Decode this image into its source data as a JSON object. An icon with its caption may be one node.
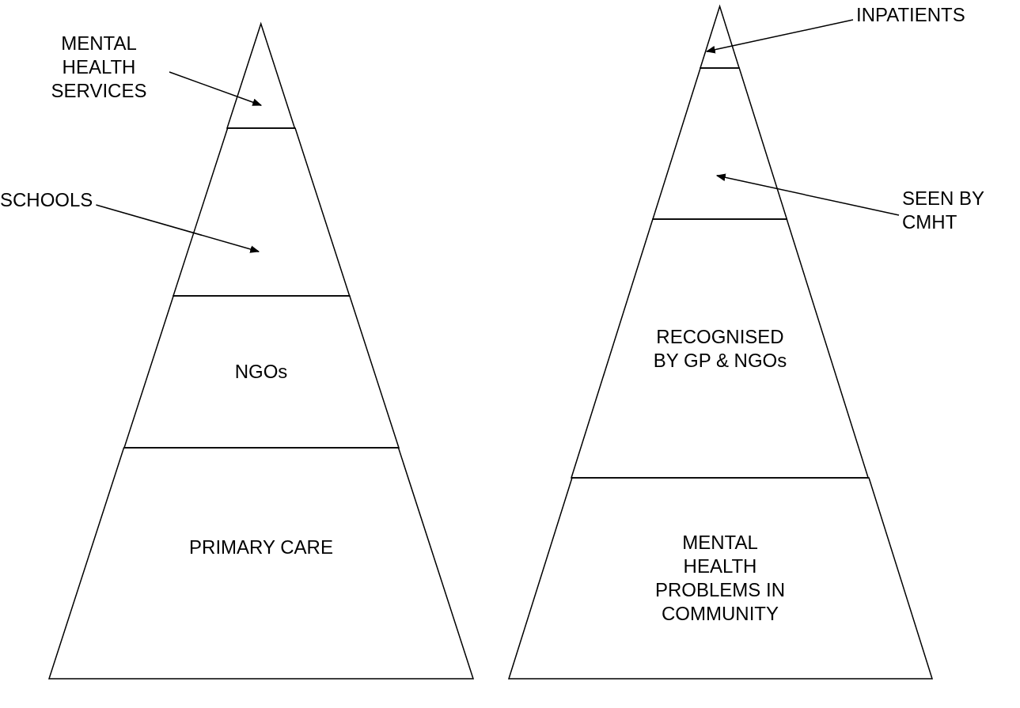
{
  "diagram": {
    "nodes": [
      {
        "text": [
          "MENTAL HEALTH SERVICES"
        ]
      },
      {
        "text": [],
        "shape": "triangle"
      },
      {
        "text": [
          "SCHOOLS"
        ]
      },
      {
        "text": [],
        "shape": "band"
      },
      {
        "text": [
          "NGOs"
        ]
      },
      {
        "text": [
          "PRIMARY CARE"
        ]
      },
      {
        "text": [
          "INPATIENTS"
        ]
      },
      {
        "text": [],
        "shape": "triangle"
      },
      {
        "text": [
          "SEEN BY CMHT"
        ]
      },
      {
        "text": [],
        "shape": "band"
      },
      {
        "text": [
          "RECOGNISED BY GP & NGOs"
        ]
      },
      {
        "text": [
          "MENTAL HEALTH PROBLEMS IN COMMUNITY"
        ]
      }
    ],
    "edges": [
      {
        "from": 0,
        "to": 1,
        "arrow": "to"
      },
      {
        "from": 2,
        "to": 3,
        "arrow": "to"
      },
      {
        "from": 6,
        "to": 7,
        "arrow": "to"
      },
      {
        "from": 8,
        "to": 9,
        "arrow": "to"
      }
    ]
  }
}
